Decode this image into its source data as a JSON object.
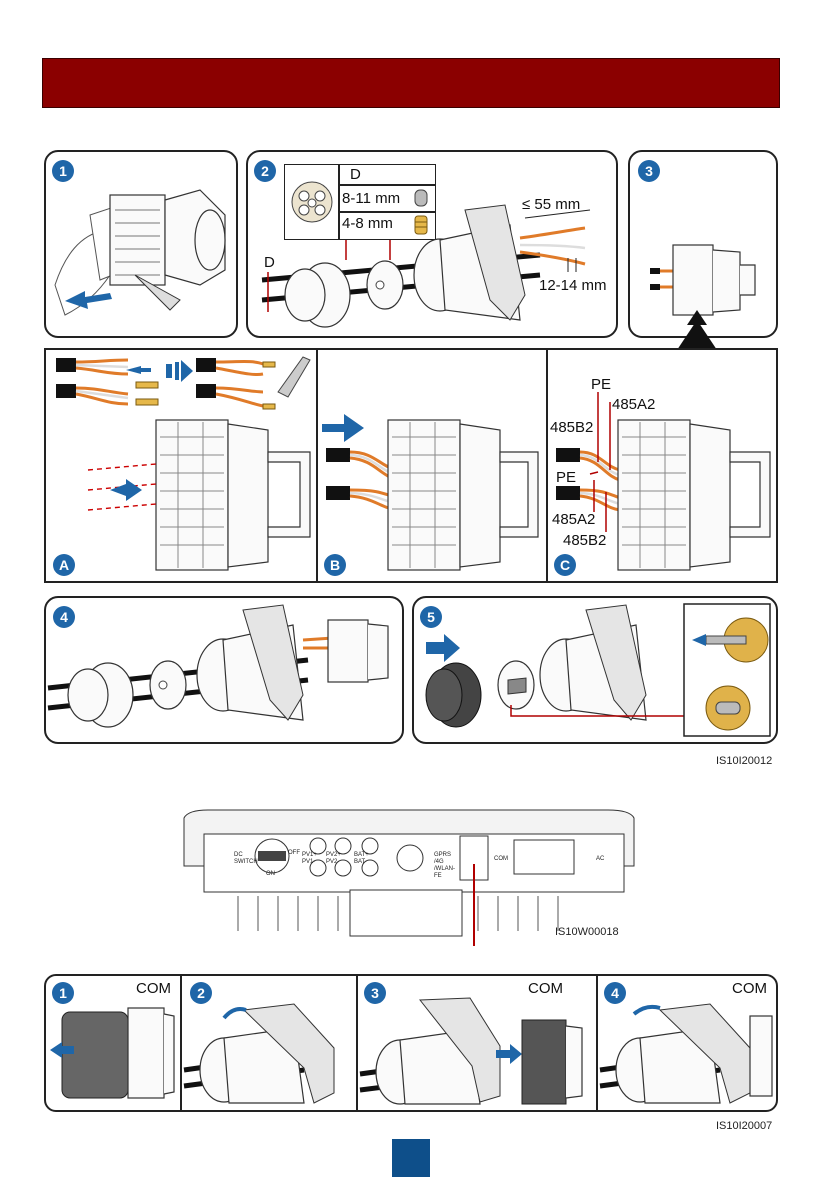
{
  "header": {
    "title": ""
  },
  "steps_top": {
    "step1": {
      "num": "1"
    },
    "step2": {
      "num": "2",
      "table_header": "D",
      "rows": [
        {
          "label": "8-11 mm"
        },
        {
          "label": "4-8 mm"
        }
      ],
      "d_label": "D",
      "strip_label": "≤ 55 mm",
      "bare_label": "12-14 mm"
    },
    "step3": {
      "num": "3"
    }
  },
  "wiring": {
    "A": {
      "letter": "A"
    },
    "B": {
      "letter": "B"
    },
    "C": {
      "letter": "C",
      "labels": [
        "PE",
        "485A2",
        "485B2",
        "PE",
        "485A2",
        "485B2"
      ]
    }
  },
  "steps_mid": {
    "step4": {
      "num": "4"
    },
    "step5": {
      "num": "5"
    },
    "code": "IS10I20012"
  },
  "device": {
    "labels": {
      "dc_switch": "DC SWITCH",
      "off": "OFF",
      "on": "ON",
      "pv1": "PV1+ PV1-",
      "pv2": "PV2+ PV2-",
      "bat": "BAT+ BAT-",
      "gprs": "GPRS /4G /WLAN-FE",
      "com": "COM",
      "ac": "AC"
    },
    "code": "IS10W00018"
  },
  "steps_bottom": {
    "items": [
      {
        "num": "1",
        "label": "COM"
      },
      {
        "num": "2",
        "label": ""
      },
      {
        "num": "3",
        "label": "COM"
      },
      {
        "num": "4",
        "label": "COM"
      }
    ],
    "code": "IS10I20007"
  },
  "colors": {
    "header": "#8b0000",
    "badge": "#1f66a8",
    "wire": "#e07b29",
    "page": "#0e4f8a"
  }
}
